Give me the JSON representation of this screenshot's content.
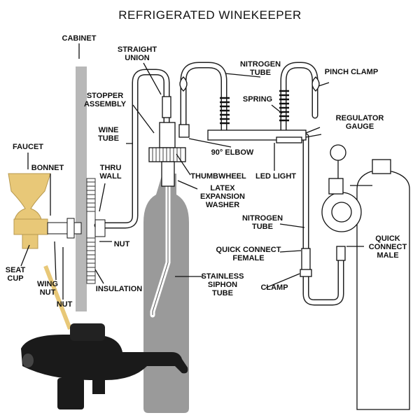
{
  "title": "REFRIGERATED WINEKEEPER",
  "labels": {
    "cabinet": [
      "CABINET"
    ],
    "straight_union": [
      "STRAIGHT",
      "UNION"
    ],
    "nitrogen_tube_top": [
      "NITROGEN",
      "TUBE"
    ],
    "pinch_clamp": [
      "PINCH CLAMP"
    ],
    "stopper_assembly": [
      "STOPPER",
      "ASSEMBLY"
    ],
    "spring": [
      "SPRING"
    ],
    "regulator_gauge": [
      "REGULATOR",
      "GAUGE"
    ],
    "wine_tube": [
      "WINE",
      "TUBE"
    ],
    "faucet": [
      "FAUCET"
    ],
    "bonnet": [
      "BONNET"
    ],
    "elbow": [
      "90° ELBOW"
    ],
    "thumbwheel": [
      "THUMBWHEEL"
    ],
    "led_light": [
      "LED LIGHT"
    ],
    "thru_wall": [
      "THRU",
      "WALL"
    ],
    "latex_washer": [
      "LATEX",
      "EXPANSION",
      "WASHER"
    ],
    "nitrogen_tube_mid": [
      "NITROGEN",
      "TUBE"
    ],
    "quick_connect_male": [
      "QUICK",
      "CONNECT",
      "MALE"
    ],
    "nut_right": [
      "NUT"
    ],
    "quick_connect_female": [
      "QUICK CONNECT",
      "FEMALE"
    ],
    "seat_cup": [
      "SEAT",
      "CUP"
    ],
    "wing_nut": [
      "WING",
      "NUT"
    ],
    "nut_bottom": [
      "NUT"
    ],
    "insulation": [
      "INSULATION"
    ],
    "siphon_tube": [
      "STAINLESS",
      "SIPHON",
      "TUBE"
    ],
    "clamp": [
      "CLAMP"
    ]
  },
  "colors": {
    "faucet": "#e8c878",
    "cabinet": "#b8b8b8",
    "bottle": "#9a9a9a",
    "photo_faucet": "#1a1a1a"
  }
}
